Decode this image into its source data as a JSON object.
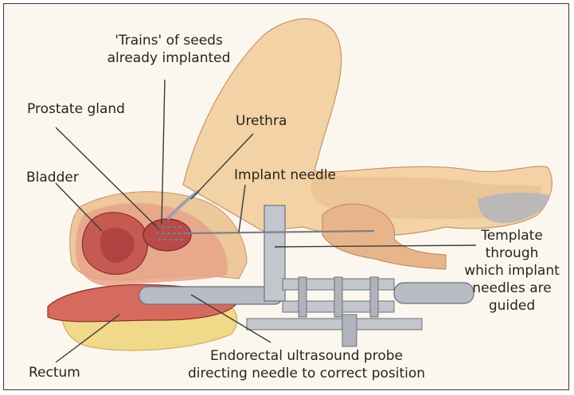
{
  "labels": {
    "trains": [
      "'Trains' of seeds",
      "already implanted"
    ],
    "prostate": "Prostate gland",
    "urethra": "Urethra",
    "bladder": "Bladder",
    "needle": "Implant needle",
    "template": [
      "Template",
      "through",
      "which implant",
      "needles are",
      "guided"
    ],
    "rectum": "Rectum",
    "probe": [
      "Endorectal ultrasound probe",
      "directing needle to correct position"
    ]
  },
  "colors": {
    "skin": "#f3d2a6",
    "skin_shadow": "#e2b585",
    "tissue": "#d98a74",
    "organ": "#b94a4a",
    "metal": "#b9bcc4",
    "metal_dark": "#8d9099",
    "fat": "#f1d98a",
    "line": "#3a3a3a"
  }
}
